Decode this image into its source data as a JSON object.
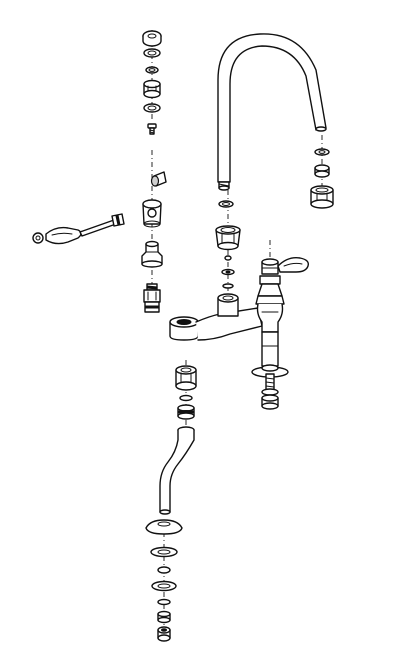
{
  "diagram": {
    "kind": "exploded-view",
    "colors": {
      "line": "#111111",
      "background": "#ffffff",
      "shade": "#cfcfcf"
    },
    "parts": [
      "top-washers-stack",
      "small-screw",
      "indicator-cap",
      "handle-lever-left",
      "handle-spindle-rod",
      "shroud-left",
      "headwork-cartridge",
      "swan-neck-spout",
      "spout-olive-nut",
      "spout-washers",
      "bridge-body",
      "right-valve-body",
      "handle-lever-right",
      "right-tail-shank",
      "left-olive-nut",
      "left-coupling",
      "cranked-tail-pipe",
      "base-flange",
      "base-washers-stack"
    ]
  }
}
